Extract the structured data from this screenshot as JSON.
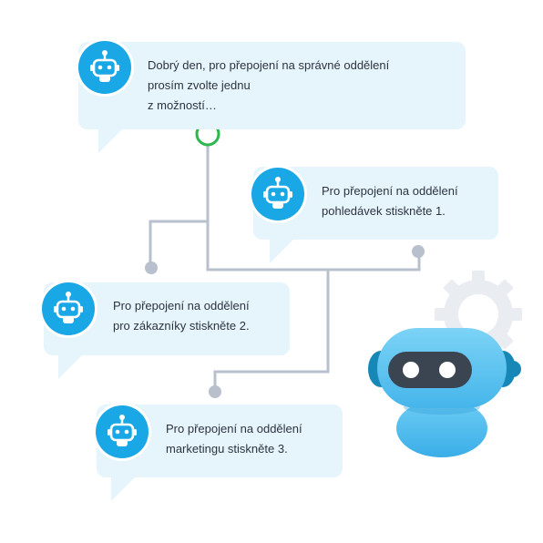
{
  "messages": {
    "greeting": "Dobrý den, pro přepojení na správné oddělení\nprosím zvolte jednu\nz možností…",
    "option_1": "Pro přepojení na oddělení\npohledávek stiskněte 1.",
    "option_2": "Pro přepojení na oddělení\npro zákazníky stiskněte 2.",
    "option_3": "Pro přepojení na oddělení\nmarketingu stiskněte 3."
  },
  "icons": {
    "bubble_avatar": "robot-icon",
    "mascot": "robot-mascot-icon",
    "gear": "gear-icon"
  },
  "colors": {
    "bubble_bg": "#e6f4fc",
    "avatar_bg": "#1aa7e6",
    "connector": "#b7c0cc",
    "active_node": "#2db84d",
    "robot_body": "#5cc3f0",
    "robot_visor": "#3b4552"
  }
}
